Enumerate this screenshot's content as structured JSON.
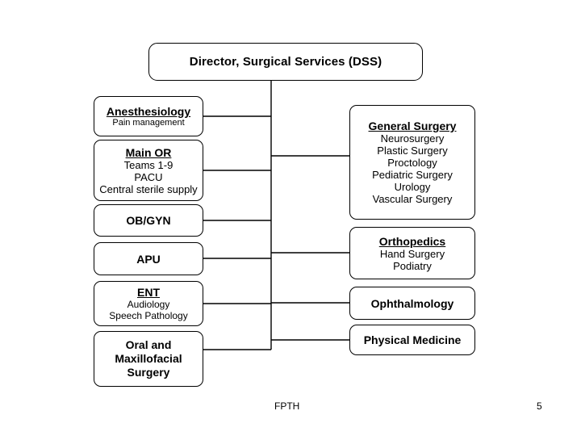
{
  "slide": {
    "background_color": "#ffffff",
    "line_color": "#000000",
    "text_color": "#000000"
  },
  "title": {
    "label": "Director, Surgical Services (DSS)"
  },
  "left_column": [
    {
      "header": "Anesthesiology",
      "header_underlined": true,
      "items": [
        "Pain management"
      ]
    },
    {
      "header": "Main OR",
      "header_underlined": true,
      "items": [
        "Teams 1-9",
        "PACU",
        "Central sterile supply"
      ]
    },
    {
      "header": "OB/GYN",
      "header_underlined": false,
      "items": []
    },
    {
      "header": "APU",
      "header_underlined": false,
      "items": []
    },
    {
      "header": "ENT",
      "header_underlined": true,
      "items": [
        "Audiology",
        "Speech Pathology"
      ]
    },
    {
      "header": "Oral and Maxillofacial Surgery",
      "header_line1": "Oral and",
      "header_line2": "Maxillofacial",
      "header_line3": "Surgery",
      "header_underlined": false,
      "items": []
    }
  ],
  "right_column": [
    {
      "header": "General Surgery",
      "header_underlined": true,
      "items": [
        "Neurosurgery",
        "Plastic Surgery",
        "Proctology",
        "Pediatric Surgery",
        "Urology",
        "Vascular Surgery"
      ]
    },
    {
      "header": "Orthopedics",
      "header_underlined": true,
      "items": [
        "Hand Surgery",
        "Podiatry"
      ]
    },
    {
      "header": "Ophthalmology",
      "header_underlined": false,
      "items": []
    },
    {
      "header": "Physical Medicine",
      "header_underlined": false,
      "items": []
    }
  ],
  "footer": {
    "left_label": "FPTH",
    "page_number": "5"
  }
}
